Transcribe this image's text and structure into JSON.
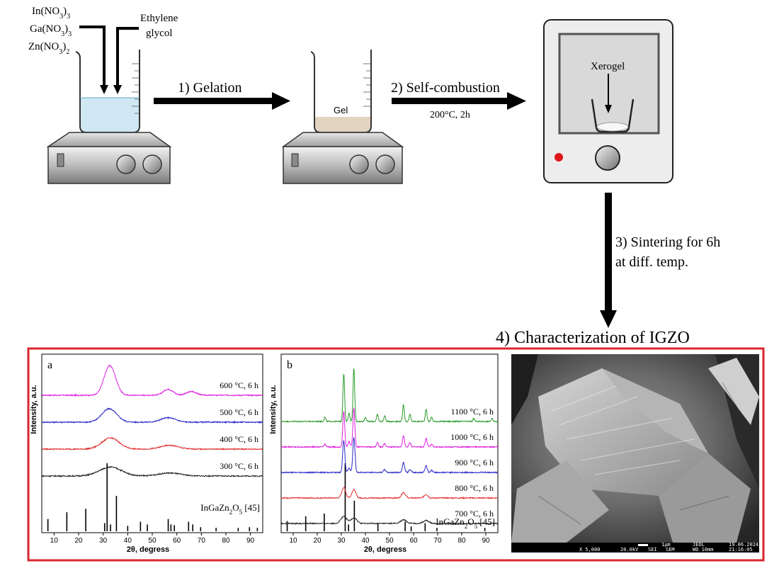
{
  "reagents": {
    "in": "In(NO",
    "in_sub": "3",
    "in_tail": ")",
    "in_sub2": "3",
    "ga": "Ga(NO",
    "ga_sub": "3",
    "ga_tail": ")",
    "ga_sub2": "3",
    "zn": "Zn(NO",
    "zn_sub": "3",
    "zn_tail": ")",
    "zn_sub2": "2",
    "ethylene": "Ethylene",
    "glycol": "glycol"
  },
  "steps": {
    "gelation": "1) Gelation",
    "gel": "Gel",
    "self_combustion": "2) Self-combustion",
    "self_combustion_cond": "200°C, 2h",
    "xerogel": "Xerogel",
    "sintering_1": "3) Sintering for 6h",
    "sintering_2": "at diff. temp.",
    "characterization": "4) Characterization of IGZO"
  },
  "colors": {
    "frame": "#d8262e",
    "liquid": "#cfe8f3",
    "gel": "#e3d3c1",
    "furnace_dot": "#e0161c",
    "series_600": "#e020e0",
    "series_500": "#2a2ac8",
    "series_400": "#e03030",
    "series_300": "#222222",
    "series_1100": "#2a9a2a",
    "series_1000": "#e020e0",
    "series_900": "#2a2ac8",
    "series_800": "#e03030",
    "series_700": "#222222"
  },
  "chart_data": [
    {
      "type": "line",
      "panel": "a",
      "xlabel": "2θ, degress",
      "ylabel": "Intensity, a.u.",
      "xlim": [
        5,
        95
      ],
      "xticks": [
        10,
        20,
        30,
        40,
        50,
        60,
        70,
        80,
        90
      ],
      "series": [
        {
          "name": "600 °C, 6 h",
          "color_key": "series_600",
          "peaks": [
            [
              31.8,
              26
            ],
            [
              34.0,
              20
            ],
            [
              56.5,
              8
            ],
            [
              66.0,
              5
            ]
          ],
          "width": 2.0,
          "offset": 4
        },
        {
          "name": "500 °C, 6 h",
          "color_key": "series_500",
          "peaks": [
            [
              32.5,
              18
            ],
            [
              56.5,
              6
            ]
          ],
          "width": 3.0,
          "offset": 3
        },
        {
          "name": "400 °C, 6 h",
          "color_key": "series_400",
          "peaks": [
            [
              33.0,
              15
            ],
            [
              57.0,
              5
            ]
          ],
          "width": 3.5,
          "offset": 2
        },
        {
          "name": "300 °C, 6 h",
          "color_key": "series_300",
          "peaks": [
            [
              33.0,
              12
            ],
            [
              57.0,
              4
            ]
          ],
          "width": 4.5,
          "offset": 1
        }
      ],
      "reference": {
        "label": "InGaZn",
        "label_sub": "2",
        "label_mid": "O",
        "label_sub2": "5",
        "label_tail": " [45]",
        "sticks": [
          [
            7.5,
            0.18
          ],
          [
            15.2,
            0.28
          ],
          [
            22.9,
            0.33
          ],
          [
            30.6,
            0.12
          ],
          [
            31.6,
            1.0
          ],
          [
            33.0,
            0.1
          ],
          [
            35.4,
            0.52
          ],
          [
            40.0,
            0.08
          ],
          [
            45.2,
            0.14
          ],
          [
            48.0,
            0.1
          ],
          [
            56.5,
            0.18
          ],
          [
            57.6,
            0.1
          ],
          [
            59.0,
            0.09
          ],
          [
            64.8,
            0.14
          ],
          [
            66.5,
            0.1
          ],
          [
            69.7,
            0.06
          ],
          [
            76.0,
            0.05
          ],
          [
            85.0,
            0.05
          ],
          [
            89.6,
            0.06
          ],
          [
            92.8,
            0.05
          ]
        ]
      }
    },
    {
      "type": "line",
      "panel": "b",
      "xlabel": "2θ, degress",
      "ylabel": "Intensity, a.u.",
      "xlim": [
        5,
        95
      ],
      "xticks": [
        10,
        20,
        30,
        40,
        50,
        60,
        70,
        80,
        90
      ],
      "series": [
        {
          "name": "1100 °C, 6 h",
          "color_key": "series_1100",
          "peaks": [
            [
              23.2,
              6
            ],
            [
              31.0,
              68
            ],
            [
              33.2,
              12
            ],
            [
              35.2,
              75
            ],
            [
              40.0,
              6
            ],
            [
              45.0,
              10
            ],
            [
              48.0,
              8
            ],
            [
              55.8,
              24
            ],
            [
              58.5,
              10
            ],
            [
              65.2,
              18
            ],
            [
              67.5,
              6
            ],
            [
              85.0,
              4
            ],
            [
              92.6,
              4
            ]
          ],
          "width": 0.35,
          "offset": 5
        },
        {
          "name": "1000 °C, 6 h",
          "color_key": "series_1000",
          "peaks": [
            [
              23.2,
              4
            ],
            [
              31.0,
              50
            ],
            [
              33.2,
              8
            ],
            [
              35.2,
              55
            ],
            [
              45.0,
              6
            ],
            [
              48.0,
              5
            ],
            [
              55.8,
              16
            ],
            [
              58.5,
              6
            ],
            [
              65.2,
              12
            ],
            [
              67.5,
              4
            ]
          ],
          "width": 0.4,
          "offset": 4
        },
        {
          "name": "900 °C, 6 h",
          "color_key": "series_900",
          "peaks": [
            [
              31.0,
              45
            ],
            [
              33.2,
              6
            ],
            [
              35.2,
              50
            ],
            [
              48.0,
              4
            ],
            [
              55.8,
              14
            ],
            [
              58.5,
              4
            ],
            [
              65.2,
              10
            ],
            [
              67.5,
              3
            ]
          ],
          "width": 0.45,
          "offset": 3
        },
        {
          "name": "800 °C, 6 h",
          "color_key": "series_800",
          "peaks": [
            [
              31.0,
              15
            ],
            [
              35.2,
              12
            ],
            [
              55.8,
              8
            ],
            [
              65.2,
              5
            ]
          ],
          "width": 0.8,
          "offset": 2
        },
        {
          "name": "700 °C, 6 h",
          "color_key": "series_700",
          "peaks": [
            [
              31.0,
              10
            ],
            [
              35.2,
              8
            ],
            [
              55.8,
              5
            ],
            [
              65.2,
              4
            ]
          ],
          "width": 1.2,
          "offset": 1
        }
      ],
      "reference": {
        "label": "InGaZn",
        "label_sub": "2",
        "label_mid": "O",
        "label_sub2": "5",
        "label_tail": " [45]",
        "sticks": [
          [
            7.5,
            0.15
          ],
          [
            15.2,
            0.22
          ],
          [
            22.9,
            0.26
          ],
          [
            31.6,
            1.0
          ],
          [
            33.0,
            0.1
          ],
          [
            35.4,
            0.45
          ],
          [
            45.2,
            0.12
          ],
          [
            56.5,
            0.14
          ],
          [
            59.0,
            0.07
          ],
          [
            64.8,
            0.12
          ],
          [
            69.7,
            0.05
          ],
          [
            89.6,
            0.05
          ]
        ]
      }
    }
  ],
  "sem": {
    "panel": "SEM image",
    "scale": "1μm",
    "vendor": "JEOL",
    "date": "19.06.2024",
    "mag": "X 5,000",
    "kv": "20.0kV",
    "mode": "SEI",
    "sem": "SEM",
    "wd": "WD 10mm",
    "time": "21:16:05"
  }
}
